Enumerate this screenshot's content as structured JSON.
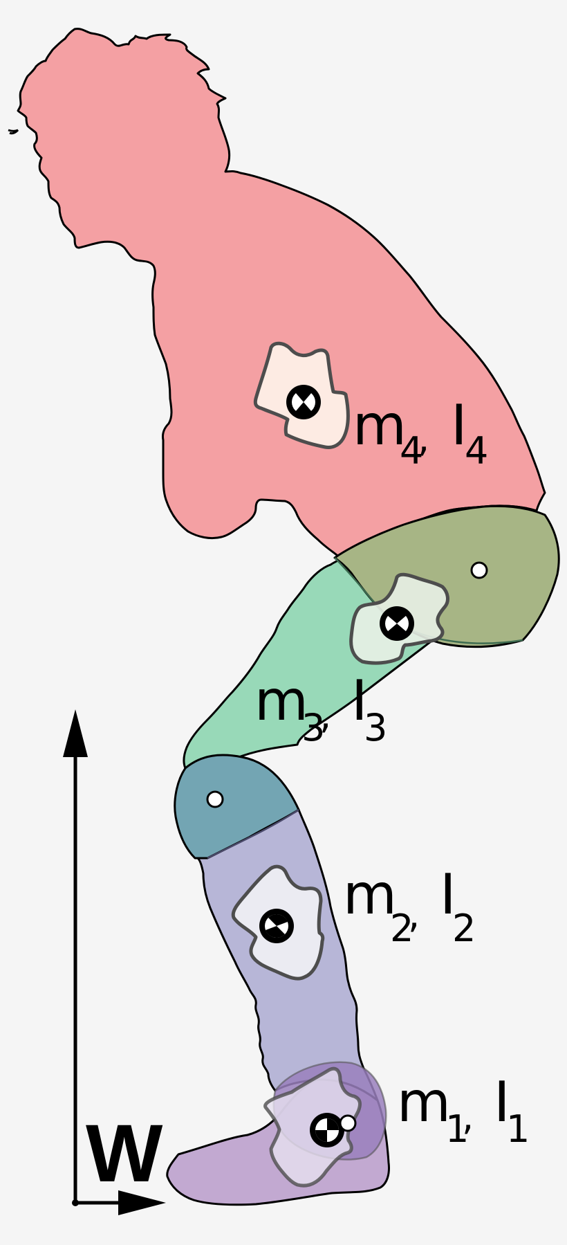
{
  "diagram": {
    "type": "multi-segment human body model",
    "frame": {
      "label": "W",
      "axes": [
        "vertical-up",
        "horizontal-right"
      ]
    },
    "colors": {
      "background": "#f5f5f5",
      "trunk": "#f4a0a3",
      "thigh": "#98d9b8",
      "hip_overlap": "#a7b585",
      "knee_overlap": "#73a5b3",
      "shank": "#b7b6d7",
      "foot": "#c2a9d1",
      "ankle_overlap": "#9a80bd",
      "inertia_patch_trunk": "#fdebe3",
      "inertia_patch_leg": "#e9ecef",
      "patch_outline": "#4d4d4d",
      "outline": "#000000"
    },
    "segments": [
      {
        "id": "trunk",
        "mass": "m",
        "inertia": "I",
        "index": "4",
        "separator": ","
      },
      {
        "id": "thigh",
        "mass": "m",
        "inertia": "I",
        "index": "3",
        "separator": ","
      },
      {
        "id": "shank",
        "mass": "m",
        "inertia": "I",
        "index": "2",
        "separator": ","
      },
      {
        "id": "foot",
        "mass": "m",
        "inertia": "I",
        "index": "1",
        "separator": ","
      }
    ],
    "joints": [
      "hip",
      "knee",
      "ankle"
    ]
  }
}
